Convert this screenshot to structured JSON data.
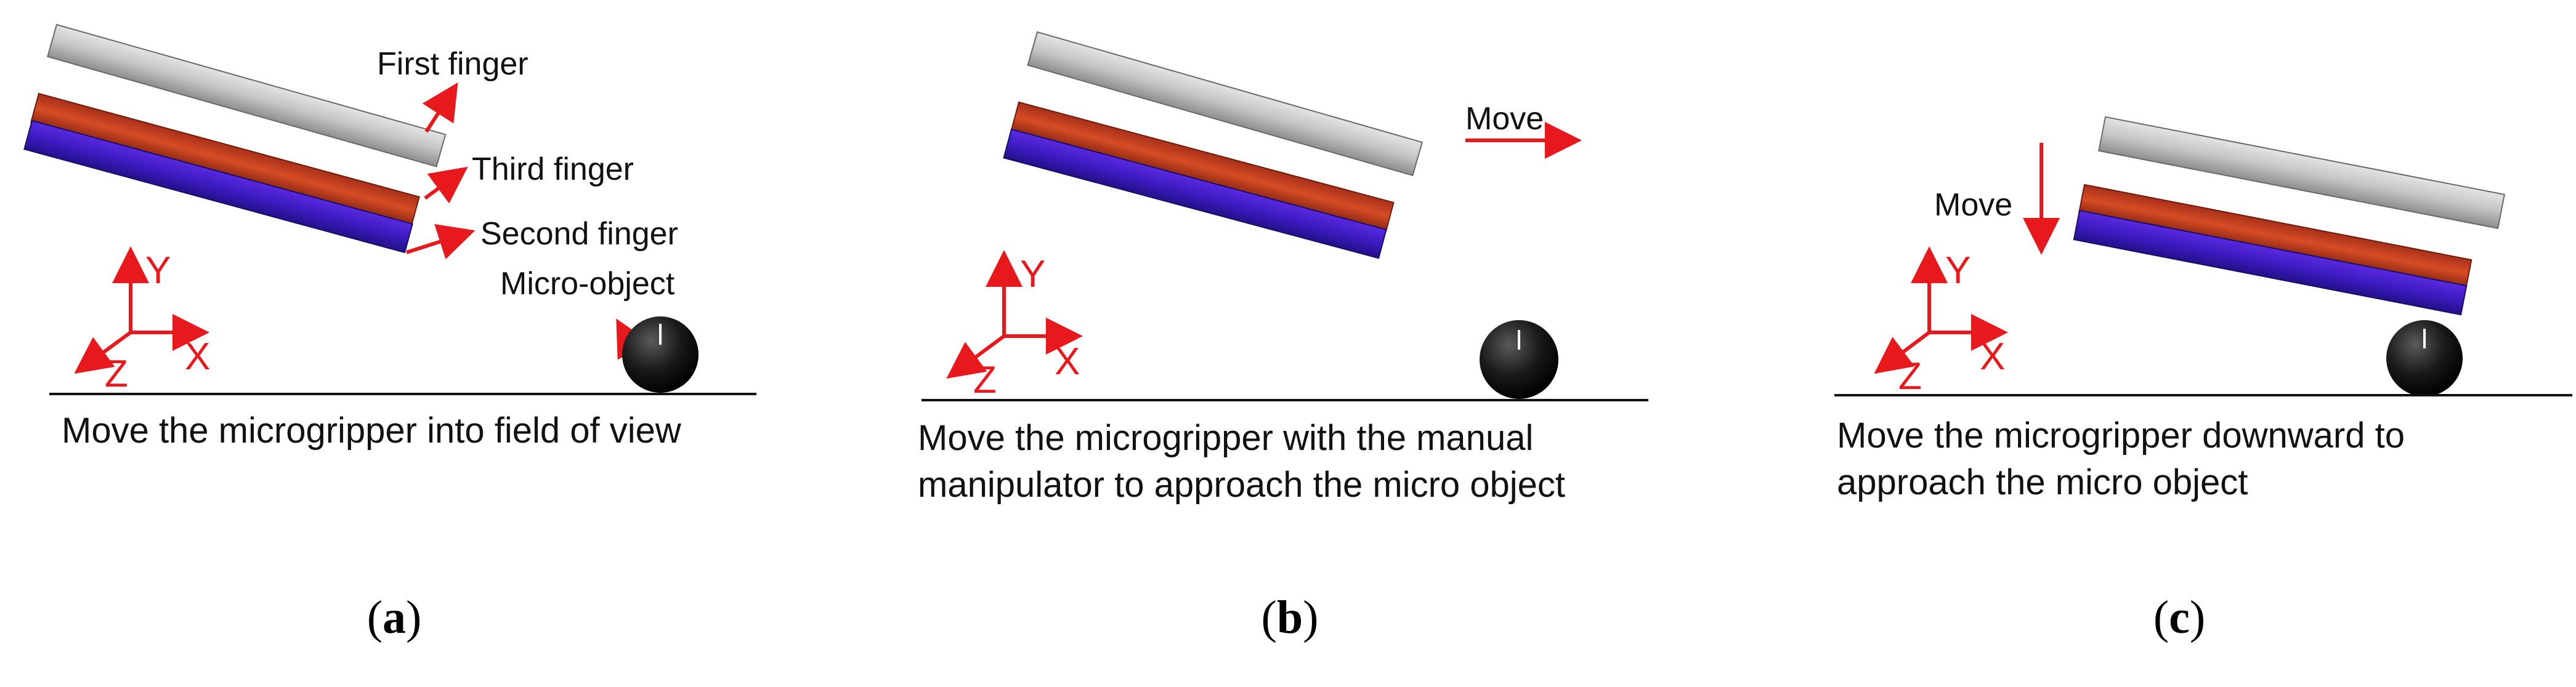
{
  "panels": [
    {
      "labels": {
        "first_finger": "First finger",
        "third_finger": "Third finger",
        "second_finger": "Second finger",
        "micro_object": "Micro-object"
      },
      "axes": {
        "x": "X",
        "y": "Y",
        "z": "Z"
      },
      "caption_lines": [
        "Move the microgripper into field of view"
      ],
      "sub_label_open": "(",
      "sub_label_letter": "a",
      "sub_label_close": ")"
    },
    {
      "move_label": "Move",
      "axes": {
        "x": "X",
        "y": "Y",
        "z": "Z"
      },
      "caption_lines": [
        "Move the microgripper with the manual",
        "manipulator to approach the micro object"
      ],
      "sub_label_open": "(",
      "sub_label_letter": "b",
      "sub_label_close": ")"
    },
    {
      "move_label": "Move",
      "axes": {
        "x": "X",
        "y": "Y",
        "z": "Z"
      },
      "caption_lines": [
        "Move the microgripper downward to",
        "approach the micro object"
      ],
      "sub_label_open": "(",
      "sub_label_letter": "c",
      "sub_label_close": ")"
    }
  ],
  "colors": {
    "first_finger": "#b9b9b9",
    "third_finger": "#c2401f",
    "second_finger": "#3d1bc2",
    "arrow": "#e8191d",
    "micro_object": "#151515"
  }
}
